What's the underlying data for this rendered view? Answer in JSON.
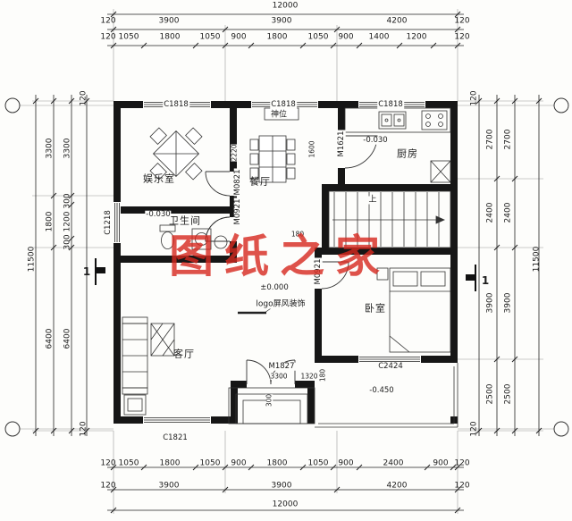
{
  "watermark": {
    "text": "图纸之家",
    "color": "#d7281e"
  },
  "plan": {
    "rooms": [
      "娱乐室",
      "餐厅",
      "厨房",
      "卫生间",
      "客厅",
      "卧室"
    ],
    "openings_h": [
      "C1818",
      "C1818",
      "C1818",
      "M1827",
      "C2424",
      "C1821"
    ],
    "openings_v": [
      "C1218",
      "M1621",
      "M0821",
      "M0921",
      "M0921"
    ],
    "elevations": [
      "-0.030",
      "-0.030",
      "±0.000",
      "-0.450"
    ],
    "notes": [
      "神位",
      "上",
      "logo屏风装饰"
    ],
    "inner_dims_h": [
      "180",
      "3300",
      "1320"
    ],
    "inner_dims_v": [
      "2220",
      "1600",
      "300",
      "180"
    ],
    "section_marks": [
      "1",
      "1"
    ]
  },
  "dimensions": {
    "top_total": "12000",
    "top_main": [
      "120",
      "3900",
      "3900",
      "4200",
      "120"
    ],
    "top_detail": [
      "120",
      "1050",
      "1800",
      "1050",
      "900",
      "1800",
      "1050",
      "900",
      "1400",
      "1200",
      "120"
    ],
    "bottom_detail": [
      "120",
      "1050",
      "1800",
      "1050",
      "900",
      "1800",
      "1050",
      "900",
      "2400",
      "900",
      "120"
    ],
    "bottom_main": [
      "120",
      "3900",
      "3900",
      "4200",
      "120"
    ],
    "bottom_total": "12000",
    "left_total": "11500",
    "left_main": [
      "3300",
      "1800",
      "6400"
    ],
    "left_detail": [
      "120",
      "3300",
      "300",
      "1200",
      "300",
      "6400",
      "120"
    ],
    "right_total": "11500",
    "right_main": [
      "2700",
      "2400",
      "3900",
      "2500"
    ],
    "right_detail": [
      "120",
      "2700",
      "2400",
      "3900",
      "2500",
      "120"
    ]
  }
}
